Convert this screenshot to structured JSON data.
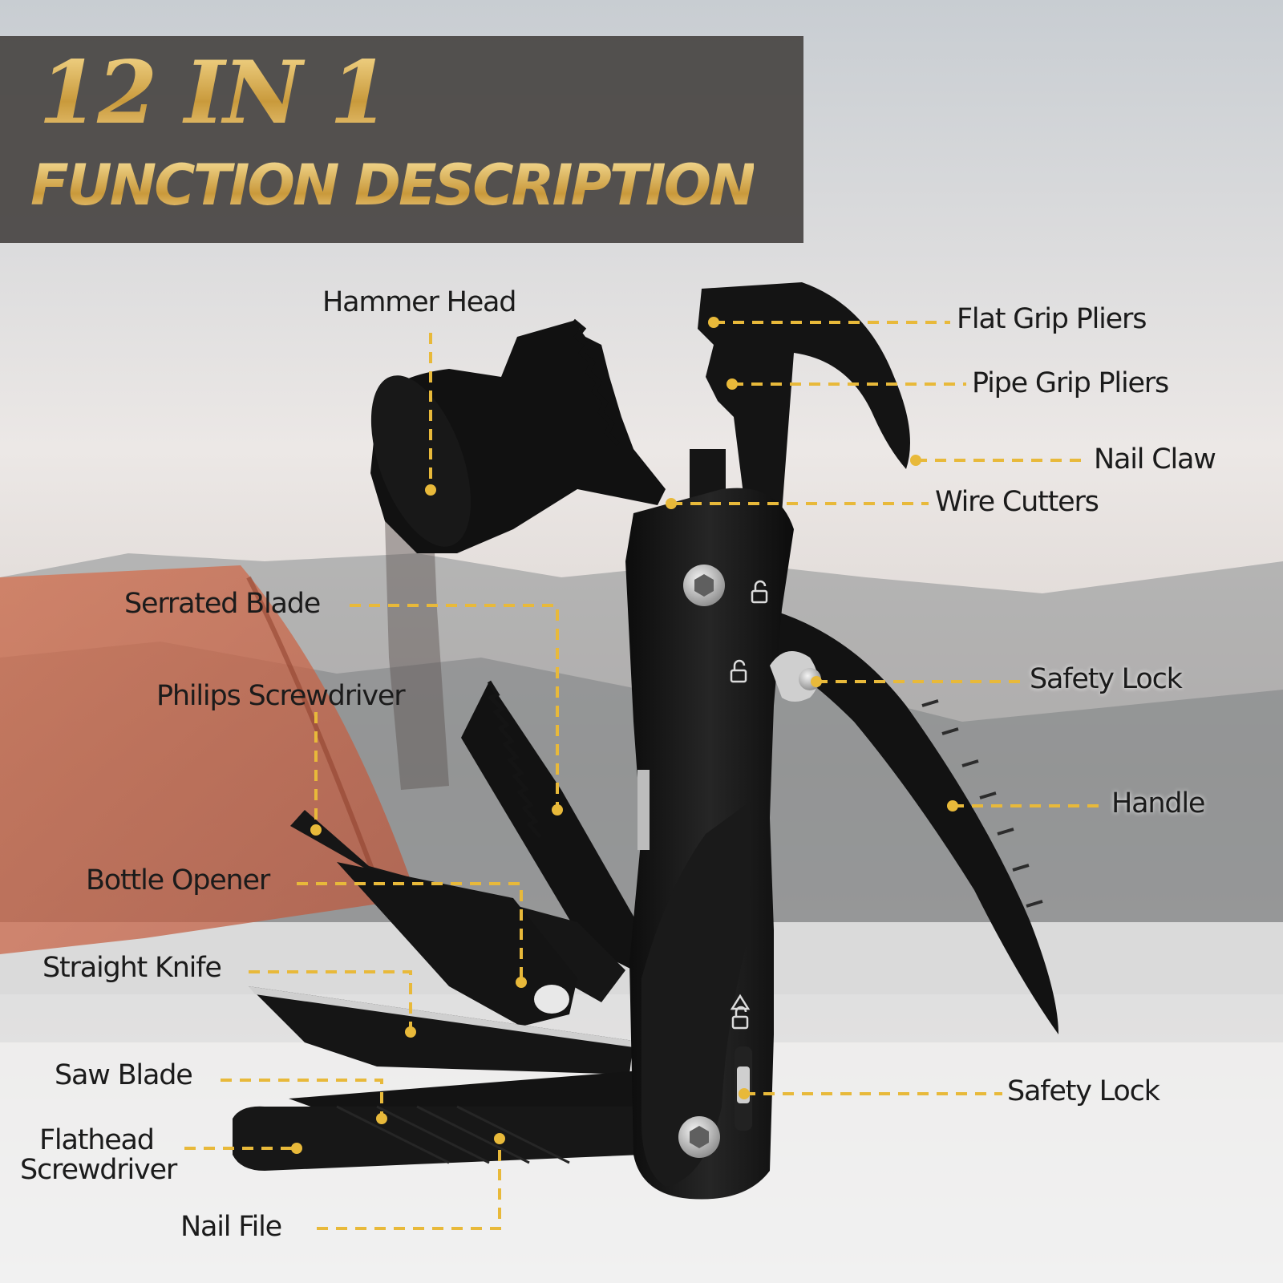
{
  "header": {
    "title": "12 IN 1",
    "subtitle": "FUNCTION DESCRIPTION"
  },
  "colors": {
    "gold": "#d9b35a",
    "leader": "#e8b93a",
    "tool": "#121212",
    "banner": "#484442"
  },
  "labels": {
    "hammer_head": "Hammer Head",
    "flat_grip_pliers": "Flat Grip Pliers",
    "pipe_grip_pliers": "Pipe Grip Pliers",
    "nail_claw": "Nail Claw",
    "wire_cutters": "Wire Cutters",
    "serrated_blade": "Serrated Blade",
    "philips_screwdriver": "Philips Screwdriver",
    "safety_lock_top": "Safety Lock",
    "handle": "Handle",
    "bottle_opener": "Bottle Opener",
    "straight_knife": "Straight Knife",
    "safety_lock_bottom": "Safety Lock",
    "saw_blade": "Saw Blade",
    "flathead_line1": "Flathead",
    "flathead_line2": "Screwdriver",
    "nail_file": "Nail File"
  }
}
